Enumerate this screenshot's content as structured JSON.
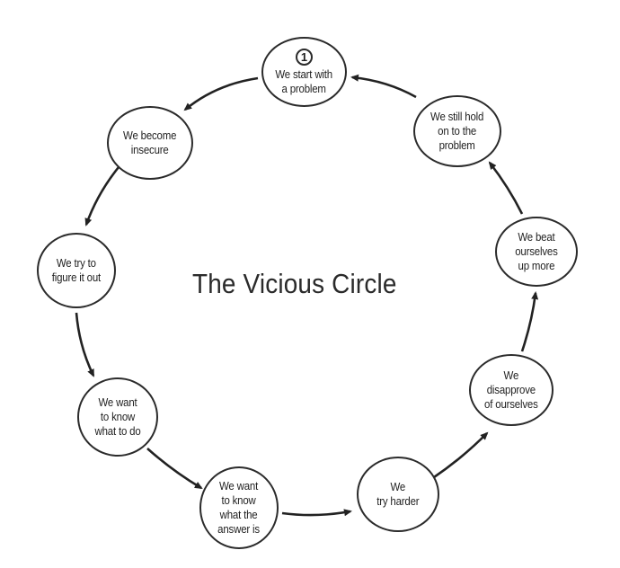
{
  "diagram": {
    "title": "The Vicious Circle",
    "start_marker": "1",
    "steps": [
      "We start with\na problem",
      "We still hold\non to the\nproblem",
      "We beat\nourselves\nup more",
      "We\ndisapprove\nof ourselves",
      "We\ntry harder",
      "We want\nto know\nwhat the\nanswer is",
      "We want\nto know\nwhat to do",
      "We try to\nfigure it out",
      "We become\ninsecure"
    ]
  }
}
